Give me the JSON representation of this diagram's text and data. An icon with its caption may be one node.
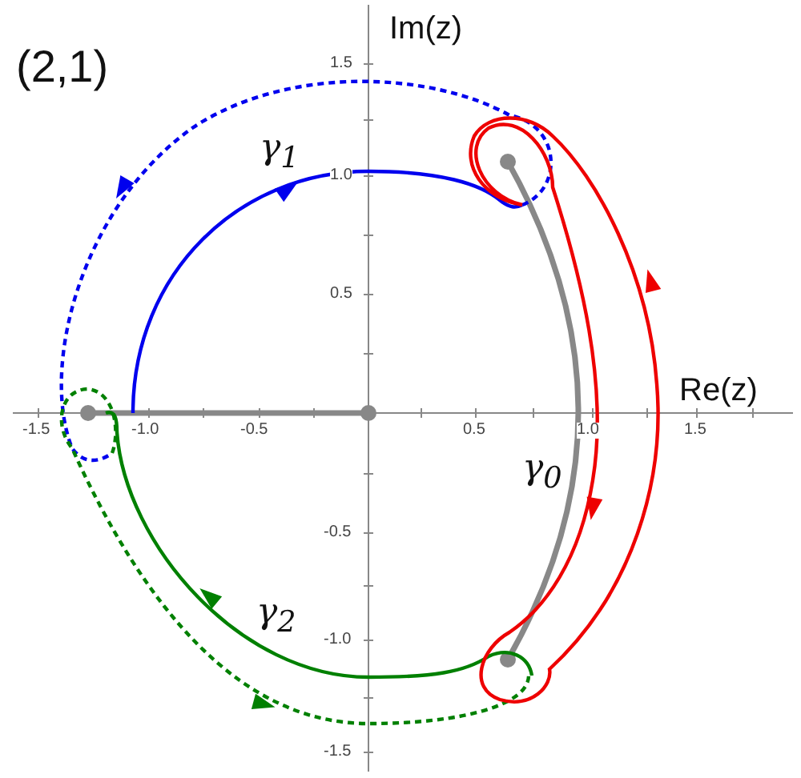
{
  "diagram": {
    "labels": [
      "(2,1)",
      "Im(z)",
      "Re(z)",
      "γ$_{1}$",
      "γ$_{0}$",
      "γ$_{2}$",
      "-1.5",
      "-1.0",
      "-0.5",
      "0.5",
      "1.0",
      "1.5",
      "1.5",
      "1.0",
      "0.5",
      "-0.5",
      "-1.0",
      "-1.5"
    ]
  }
}
